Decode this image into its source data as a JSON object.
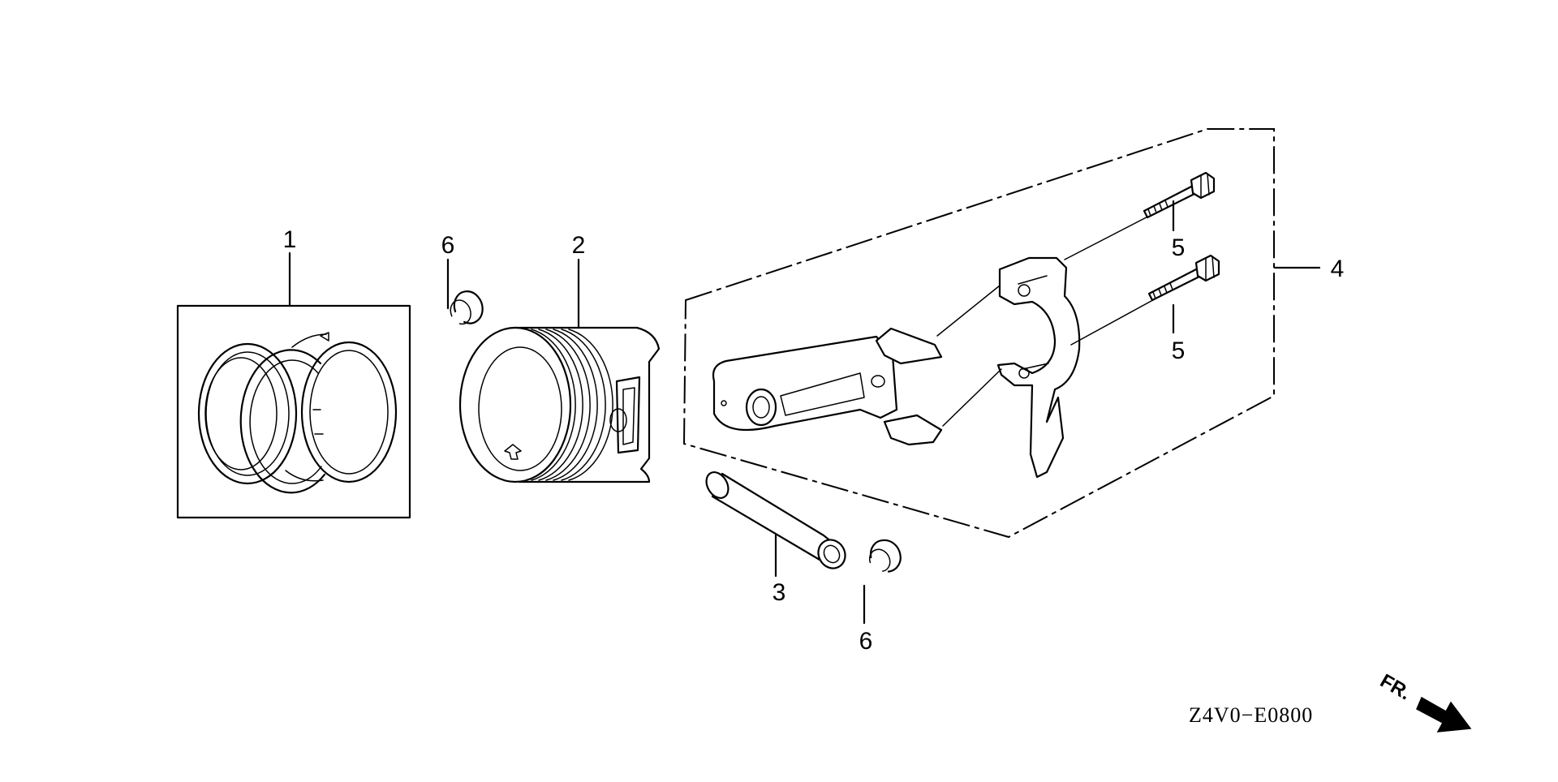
{
  "callouts": {
    "c1": "1",
    "c2": "2",
    "c3": "3",
    "c4": "4",
    "c5a": "5",
    "c5b": "5",
    "c6a": "6",
    "c6b": "6"
  },
  "diagram_code": "Z4V0−E0800",
  "front_label": "FR.",
  "icons": {
    "front_arrow": "arrow-down-right-icon"
  }
}
